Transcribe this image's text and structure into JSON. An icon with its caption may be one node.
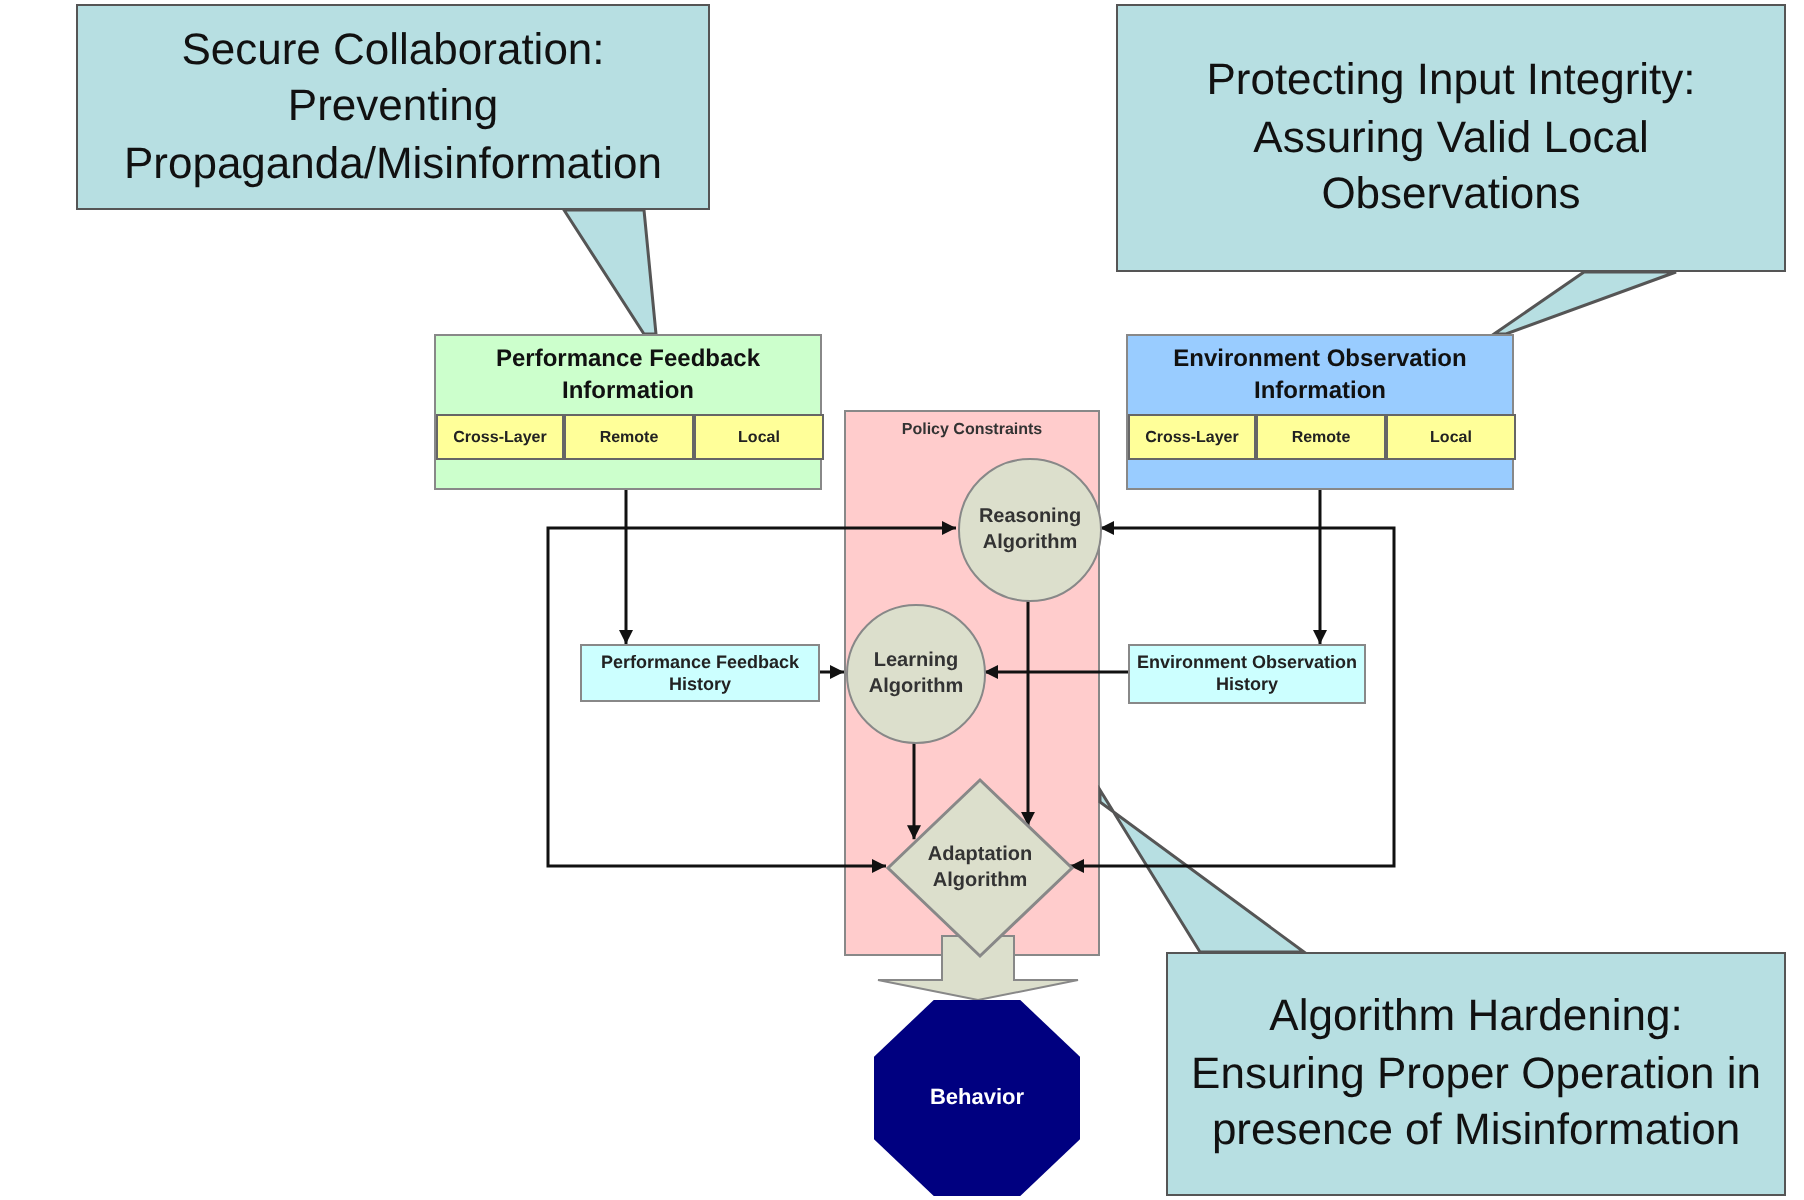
{
  "diagram": {
    "nodes": [
      {
        "text": [
          "Secure Collaboration: Preventing Propaganda/Misinformation"
        ]
      },
      {
        "text": [
          "Protecting Input Integrity: Assuring Valid Local Observations"
        ]
      },
      {
        "text": [
          "Performance Feedback Information"
        ]
      },
      {
        "text": [
          "Cross-Layer"
        ],
        "in": 2
      },
      {
        "text": [
          "Remote"
        ],
        "in": 2
      },
      {
        "text": [
          "Local"
        ],
        "in": 2
      },
      {
        "text": [
          "Environment Observation Information"
        ]
      },
      {
        "text": [
          "Cross-Layer"
        ],
        "in": 6
      },
      {
        "text": [
          "Remote"
        ],
        "in": 6
      },
      {
        "text": [
          "Local"
        ],
        "in": 6
      },
      {
        "text": [
          "Policy Constraints"
        ]
      },
      {
        "text": [
          "Reasoning Algorithm"
        ],
        "in": 10
      },
      {
        "text": [
          "Learning Algorithm"
        ],
        "in": 10
      },
      {
        "text": [
          "Performance Feedback History"
        ]
      },
      {
        "text": [
          "Environment Observation History"
        ]
      },
      {
        "text": [
          "Adaptation Algorithm"
        ],
        "in": 10
      },
      {
        "text": [
          "Behavior"
        ]
      },
      {
        "text": [
          "Algorithm Hardening: Ensuring Proper Operation in presence of Misinformation"
        ]
      }
    ],
    "edges": [
      {
        "from": 0,
        "to": 2,
        "arrow": "none"
      },
      {
        "from": 1,
        "to": 6,
        "arrow": "none"
      },
      {
        "from": 17,
        "to": 10,
        "arrow": "none"
      },
      {
        "from": 2,
        "to": 13,
        "arrow": "to"
      },
      {
        "from": 6,
        "to": 14,
        "arrow": "to"
      },
      {
        "from": 13,
        "to": 12,
        "arrow": "to"
      },
      {
        "from": 14,
        "to": 12,
        "arrow": "to"
      },
      {
        "from": 11,
        "to": 15,
        "arrow": "to"
      },
      {
        "from": 12,
        "to": 15,
        "arrow": "to"
      },
      {
        "from": 15,
        "to": 11,
        "arrow": "both"
      },
      {
        "from": 15,
        "to": 11,
        "arrow": "both"
      },
      {
        "from": 15,
        "to": 16,
        "arrow": "to",
        "style": "thick"
      }
    ]
  }
}
